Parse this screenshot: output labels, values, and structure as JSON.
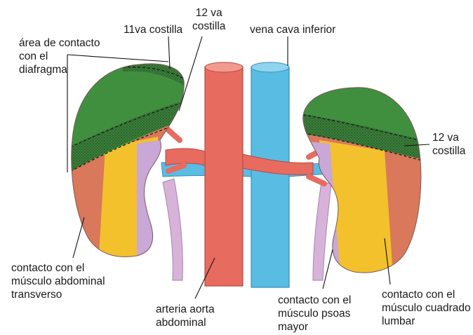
{
  "labels": {
    "diaphragm_contact": "área de contacto\ncon el\ndiafragma",
    "rib11": "11va costilla",
    "rib12_left": "12 va\ncostilla",
    "ivc": "vena cava inferior",
    "rib12_right": "12 va\ncostilla",
    "transversus": "contacto con el\nmúsculo abdominal\ntransverso",
    "aorta": "arteria aorta\nabdominal",
    "psoas": "contacto con el\nmúsculo psoas\nmayor",
    "quadratus": "contacto con el\nmúsculo cuadrado\nlumbar"
  },
  "colors": {
    "diaphragm_green": "#3f8f3f",
    "transversus_orange": "#d9785a",
    "quadratus_yellow": "#f3c12c",
    "psoas_lavender": "#c9a7d6",
    "aorta_red": "#e86b60",
    "vena_blue": "#5bbde0"
  }
}
